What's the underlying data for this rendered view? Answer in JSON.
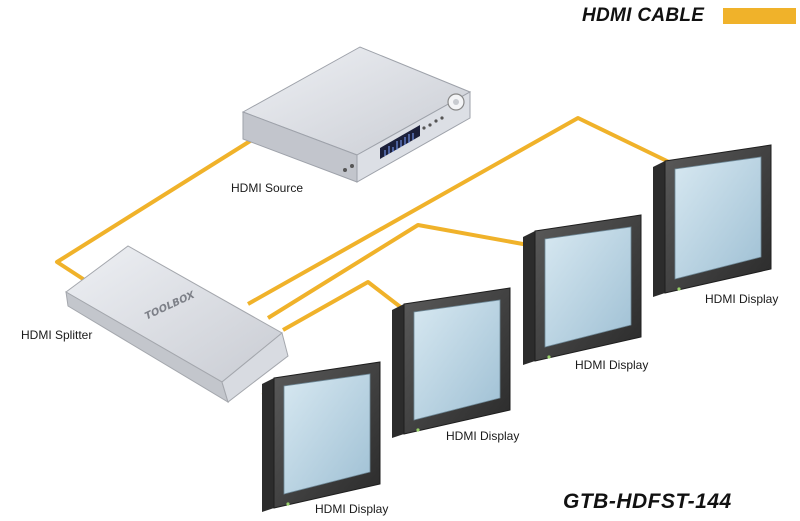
{
  "header": {
    "title": "HDMI CABLE",
    "legend_color": "#f0b22a"
  },
  "model_number": "GTB-HDFST-144",
  "colors": {
    "cable": "#f0b22a",
    "device_body": "#e2e4e8",
    "display_bezel": "#3b3b3b",
    "display_screen": "#b9d4e3"
  },
  "devices": {
    "source": {
      "label": "HDMI Source",
      "icon": "media-player-icon"
    },
    "splitter": {
      "label": "HDMI Splitter",
      "brand": "TOOLBOX",
      "icon": "splitter-box-icon"
    },
    "displays": [
      {
        "label": "HDMI Display",
        "icon": "monitor-icon"
      },
      {
        "label": "HDMI Display",
        "icon": "monitor-icon"
      },
      {
        "label": "HDMI Display",
        "icon": "monitor-icon"
      },
      {
        "label": "HDMI Display",
        "icon": "monitor-icon"
      }
    ]
  }
}
